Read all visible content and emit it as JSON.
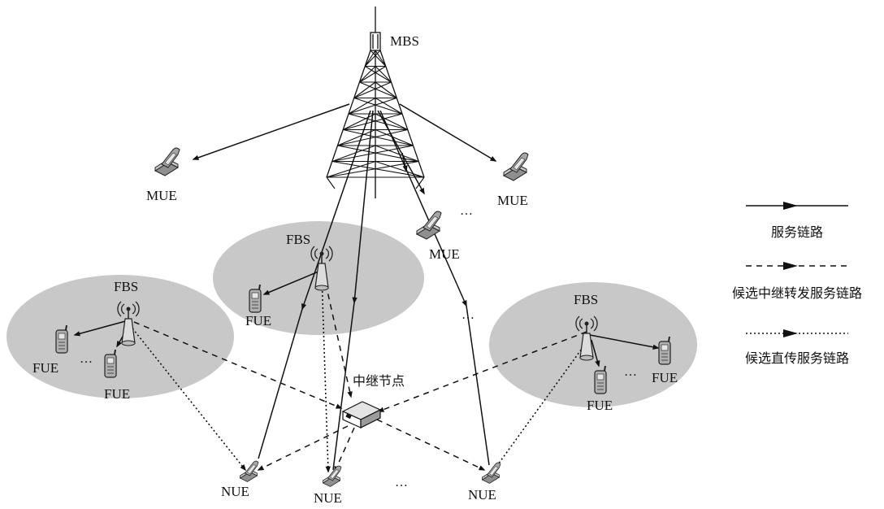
{
  "labels": {
    "mbs": "MBS",
    "mue_left": "MUE",
    "mue_right": "MUE",
    "mue_center": "MUE",
    "fbs_center": "FBS",
    "fue_center": "FUE",
    "fbs_left": "FBS",
    "fue_left_a": "FUE",
    "fue_left_b": "FUE",
    "fbs_right": "FBS",
    "fue_right_a": "FUE",
    "fue_right_b": "FUE",
    "relay": "中继节点",
    "nue_left": "NUE",
    "nue_center": "NUE",
    "nue_right": "NUE"
  },
  "ellipsis": {
    "top_right": "…",
    "middle": "…",
    "left_cell": "…",
    "right_cell": "…",
    "bottom": "…"
  },
  "legend": {
    "items": [
      {
        "label": "服务链路",
        "style": "solid"
      },
      {
        "label": "候选中继转发服务链路",
        "style": "dashed"
      },
      {
        "label": "候选直传服务链路",
        "style": "dotted"
      }
    ]
  },
  "colors": {
    "cell_fill": "#c8c8c8",
    "line": "#111111",
    "device_fill": "#b9b9b9",
    "background": "#ffffff"
  },
  "icons": {
    "tower": "macro-base-station-tower",
    "femto": "femto-base-station-antenna",
    "phone": "mobile-phone",
    "relay": "relay-node-box"
  }
}
